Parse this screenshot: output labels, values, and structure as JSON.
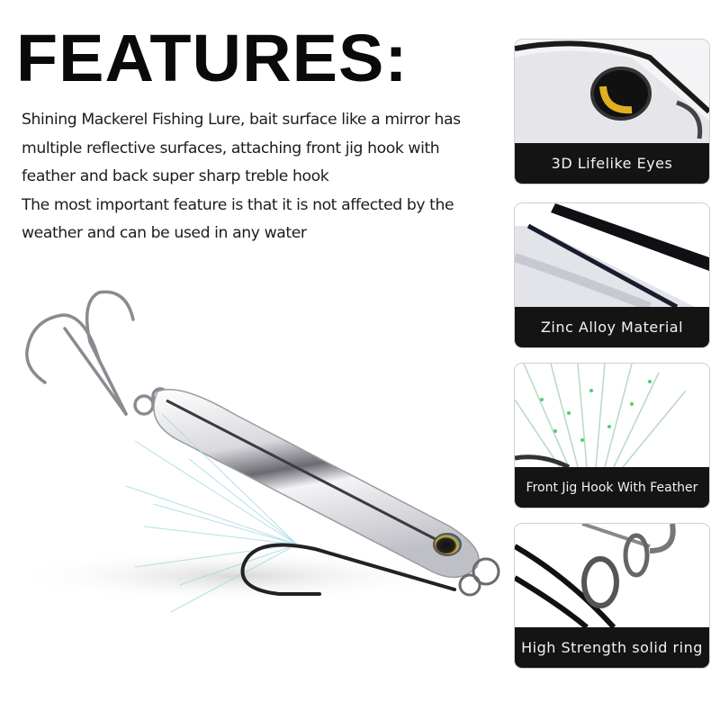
{
  "heading": "FEATURES:",
  "description": {
    "paragraphs": [
      "Shining Mackerel Fishing Lure, bait surface like a mirror has multiple reflective surfaces, attaching front jig hook with feather and back super sharp treble hook",
      "The most important feature is that it is not affected by the weather and can be used in any water"
    ]
  },
  "product_image": {
    "icon": "fishing-lure-icon"
  },
  "features": [
    {
      "label": "3D Lifelike Eyes",
      "icon": "lure-eye-icon"
    },
    {
      "label": "Zinc Alloy Material",
      "icon": "metal-body-icon"
    },
    {
      "label": "Front Jig Hook With Feather",
      "icon": "feather-icon"
    },
    {
      "label": "High Strength solid ring",
      "icon": "split-ring-icon"
    }
  ],
  "colors": {
    "label_bg": "#141414",
    "label_text": "#f2f2f2",
    "heading": "#0a0a0a"
  }
}
